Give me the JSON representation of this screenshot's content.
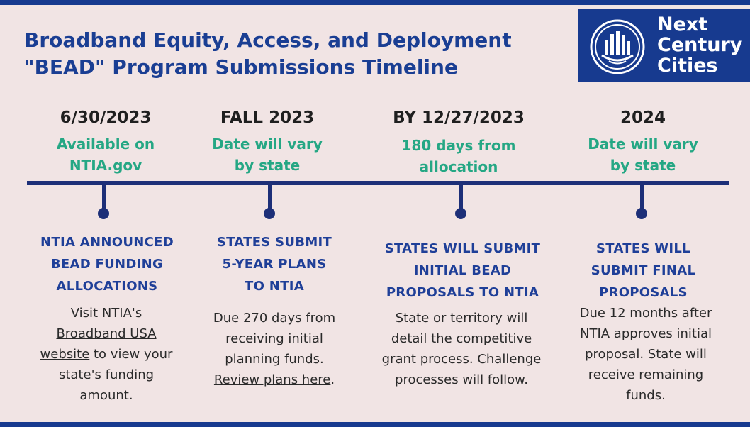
{
  "title": {
    "line1": "Broadband Equity, Access, and Deployment",
    "line2": "\"BEAD\" Program Submissions Timeline"
  },
  "logo": {
    "icon": "city-buildings-circle-icon",
    "line1": "Next",
    "line2": "Century",
    "line3": "Cities"
  },
  "colors": {
    "navy": "#173a8f",
    "green": "#25a784",
    "background": "#f1e4e4"
  },
  "milestones": [
    {
      "date": "6/30/2023",
      "sub": [
        "Available on",
        "NTIA.gov"
      ],
      "heading": [
        "NTIA ANNOUNCED",
        "BEAD FUNDING",
        "ALLOCATIONS"
      ],
      "body": {
        "l1_pre": "Visit ",
        "l1_link": "NTIA's",
        "l2_link": "Broadband USA",
        "l3_link": "website",
        "l3_post": " to view your",
        "l4": "state's funding",
        "l5": "amount."
      }
    },
    {
      "date": "FALL 2023",
      "sub": [
        "Date will vary",
        "by state"
      ],
      "heading": [
        "STATES SUBMIT",
        "5-YEAR PLANS",
        "TO NTIA"
      ],
      "body": {
        "l1": "Due 270 days from",
        "l2": "receiving initial",
        "l3": "planning funds.",
        "l4_link": "Review plans here",
        "l4_post": "."
      }
    },
    {
      "date": "BY 12/27/2023",
      "sub": [
        "180 days from",
        "allocation"
      ],
      "heading": [
        "STATES WILL SUBMIT",
        "INITIAL BEAD",
        "PROPOSALS TO NTIA"
      ],
      "body": {
        "l1": "State or territory will",
        "l2": "detail the competitive",
        "l3": "grant process. Challenge",
        "l4": "processes will follow."
      }
    },
    {
      "date": "2024",
      "sub": [
        "Date will vary",
        "by state"
      ],
      "heading": [
        "STATES WILL",
        "SUBMIT FINAL",
        "PROPOSALS"
      ],
      "body": {
        "l1": "Due 12 months after",
        "l2": "NTIA approves initial",
        "l3": "proposal. State will",
        "l4": "receive remaining",
        "l5": "funds."
      }
    }
  ]
}
